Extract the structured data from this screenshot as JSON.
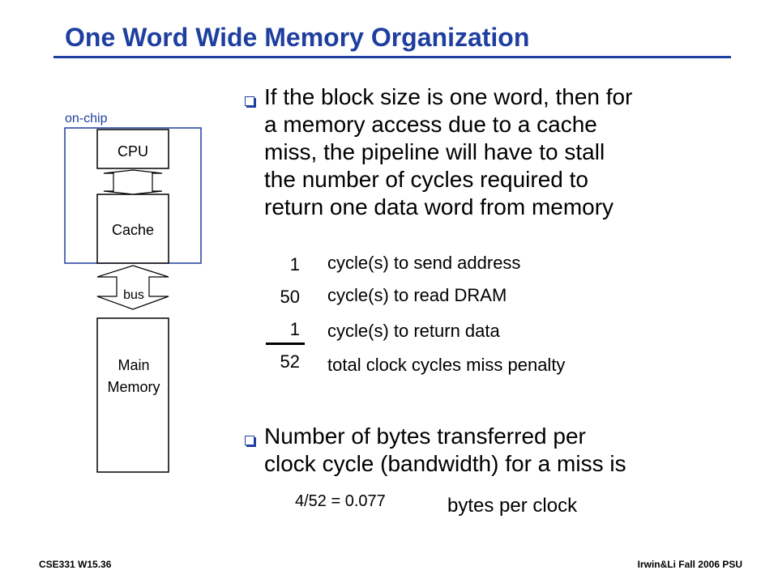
{
  "title": "One Word Wide Memory Organization",
  "diagram": {
    "onchip_label": "on-chip",
    "cpu_label": "CPU",
    "cache_label": "Cache",
    "bus_label": "bus",
    "memory_line1": "Main",
    "memory_line2": "Memory"
  },
  "bullets": [
    {
      "lines": [
        "If the block size is one word, then for",
        "a memory access due to a cache",
        "miss, the pipeline will have to stall",
        "the number of cycles required to",
        "return one data word from memory"
      ]
    },
    {
      "lines": [
        "Number of bytes transferred per",
        "clock cycle (bandwidth) for a miss is"
      ]
    }
  ],
  "cycles": [
    {
      "num": "1",
      "text": "cycle(s) to send address"
    },
    {
      "num": "50",
      "text": "cycle(s) to read DRAM"
    },
    {
      "num": "1",
      "text": "cycle(s) to return data"
    },
    {
      "num": "52",
      "text": "total clock cycles miss penalty"
    }
  ],
  "bandwidth": {
    "expr": "4/52 = 0.077",
    "unit": "bytes per clock"
  },
  "footer": {
    "left": "CSE331  W15.36",
    "right": "Irwin&Li Fall 2006 PSU"
  }
}
